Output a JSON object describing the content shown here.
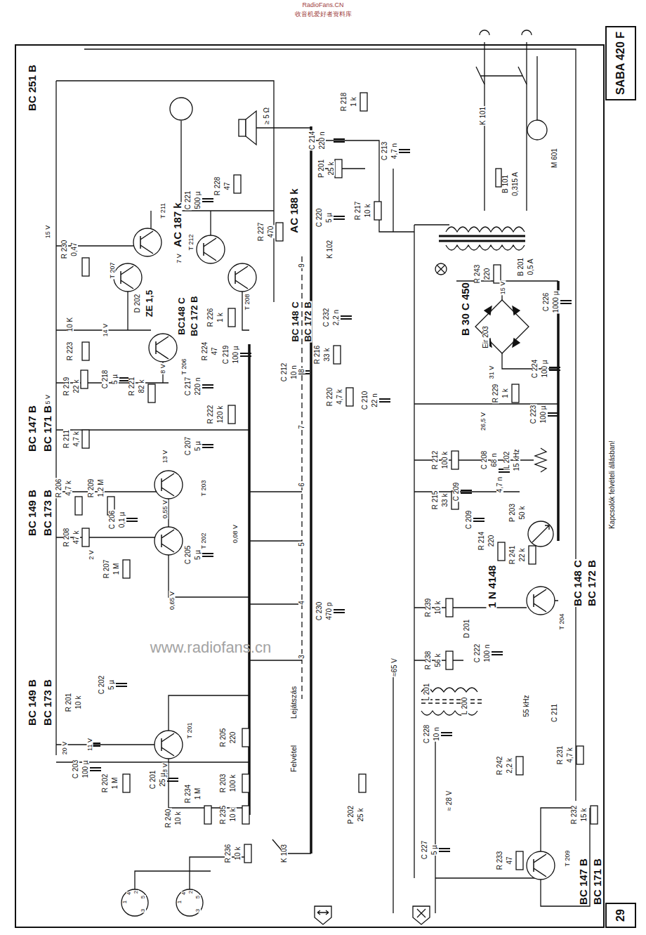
{
  "diagram": {
    "nodes": [
      {
        "text": [
          "SABA 420 F"
        ]
      },
      {
        "text": [
          "29"
        ]
      }
    ],
    "edges": [],
    "labels": [
      "RadioFans.CN",
      "收音机爱好者资料库",
      "www.radiofans.cn",
      "BC 251 B",
      "AC 187 k",
      "T 211",
      "AC 188 k",
      "T 212",
      "T 207",
      "T 208",
      "D 202",
      "ZE 1,5",
      "BC148 C",
      "BC 172 B",
      "T 206",
      "BC 148 C",
      "BC 172 B",
      "15 V",
      "R 230",
      "0,47",
      "7 V",
      "C 221",
      "500 µ",
      "R 228",
      "47",
      "R 227",
      "470",
      "R 226",
      "1 k",
      "14 V",
      "10 K",
      "R 223",
      "R 224",
      "47",
      "C 219",
      "100 µ",
      "8 V",
      "26,5 V",
      "R 219",
      "22 k",
      "C 218",
      "5 µ",
      "R 221",
      "82 k",
      "C 217",
      "220 n",
      "R 222",
      "120 k",
      "R 211",
      "4,7 k",
      "C 207",
      "5 µ",
      "13 V",
      "R 206",
      "4,7 k",
      "R 209",
      "1,2 M",
      "0,55 V",
      "C 206",
      "0,1 µ",
      "0,08 V",
      "R 208",
      "47 k",
      "T 203",
      "T 202",
      "2 V",
      "R 207",
      "1 M",
      "C 205",
      "5 µ",
      "0,65 V",
      "BC 147 B",
      "BC 171 B",
      "BC 149 B",
      "BC 173 B",
      "BC 149 B",
      "BC 173 B",
      "20 V",
      "R 201",
      "10 k",
      "C 202",
      "5 µ",
      "11 V",
      "T 201",
      "0,8 V",
      "R 205",
      "220",
      "C 203",
      "100 µ",
      "R 202",
      "1 M",
      "C 201",
      "25 µ",
      "R 203",
      "100 k",
      "R 240",
      "10 k",
      "R 234",
      "1 M",
      "R 235",
      "10 k",
      "R 236",
      "10 k",
      "≥ 5 Ω",
      "C 214",
      "220 n",
      "R 218",
      "1 k",
      "P 201",
      "25 k",
      "C 213",
      "4,7 n",
      "R 217",
      "10 k",
      "C 220",
      "5 µ",
      "K 102",
      "9",
      "C 232",
      "2,2 n",
      "R 216",
      "33 k",
      "8",
      "C 212",
      "10 n",
      "R 220",
      "4,7 k",
      "C 210",
      "22 n",
      "7",
      "6",
      "5",
      "4",
      "C 230",
      "470 p",
      "3",
      "Lejátszás",
      "Felvétel",
      "P 202",
      "25 k",
      "K 103",
      "≈65 V",
      "C 227",
      "5 µ",
      "≈ 28 V",
      "C 228",
      "10 n",
      "L 201",
      "L 200",
      "55 kHz",
      "C 211",
      "R 242",
      "2,2 k",
      "R 231",
      "4,7 k",
      "R 232",
      "15 k",
      "R 233",
      "47",
      "T 209",
      "BC 147 B",
      "BC 171 B",
      "R 238",
      "56 k",
      "R 239",
      "10 k",
      "D 201",
      "C 222",
      "100 n",
      "1 N 4148",
      "R 214",
      "220",
      "R 241",
      "22 k",
      "T 204",
      "BC 148 C",
      "BC 172 B",
      "P 203",
      "50 k",
      "R 215",
      "33 k",
      "C 209",
      "C 209",
      "4,7 n",
      "R 212",
      "100 k",
      "C 208",
      "68 n",
      "L 202",
      "15 kHz",
      "26,5 V",
      "R 229",
      "1 k",
      "C 223",
      "100 µ",
      "31 V",
      "C 224",
      "100 µ",
      "Eir 203",
      "B 30 C 450",
      "R 243",
      "220",
      "15 V",
      "B 201",
      "0,5 A",
      "C 226",
      "1000 µ",
      "K 101",
      "B 101",
      "0,315 A",
      "M 601",
      "Kapcsolók felvételi állásban!",
      "1",
      "4",
      "2",
      "5",
      "3",
      "1",
      "4",
      "2",
      "5",
      "3"
    ]
  }
}
